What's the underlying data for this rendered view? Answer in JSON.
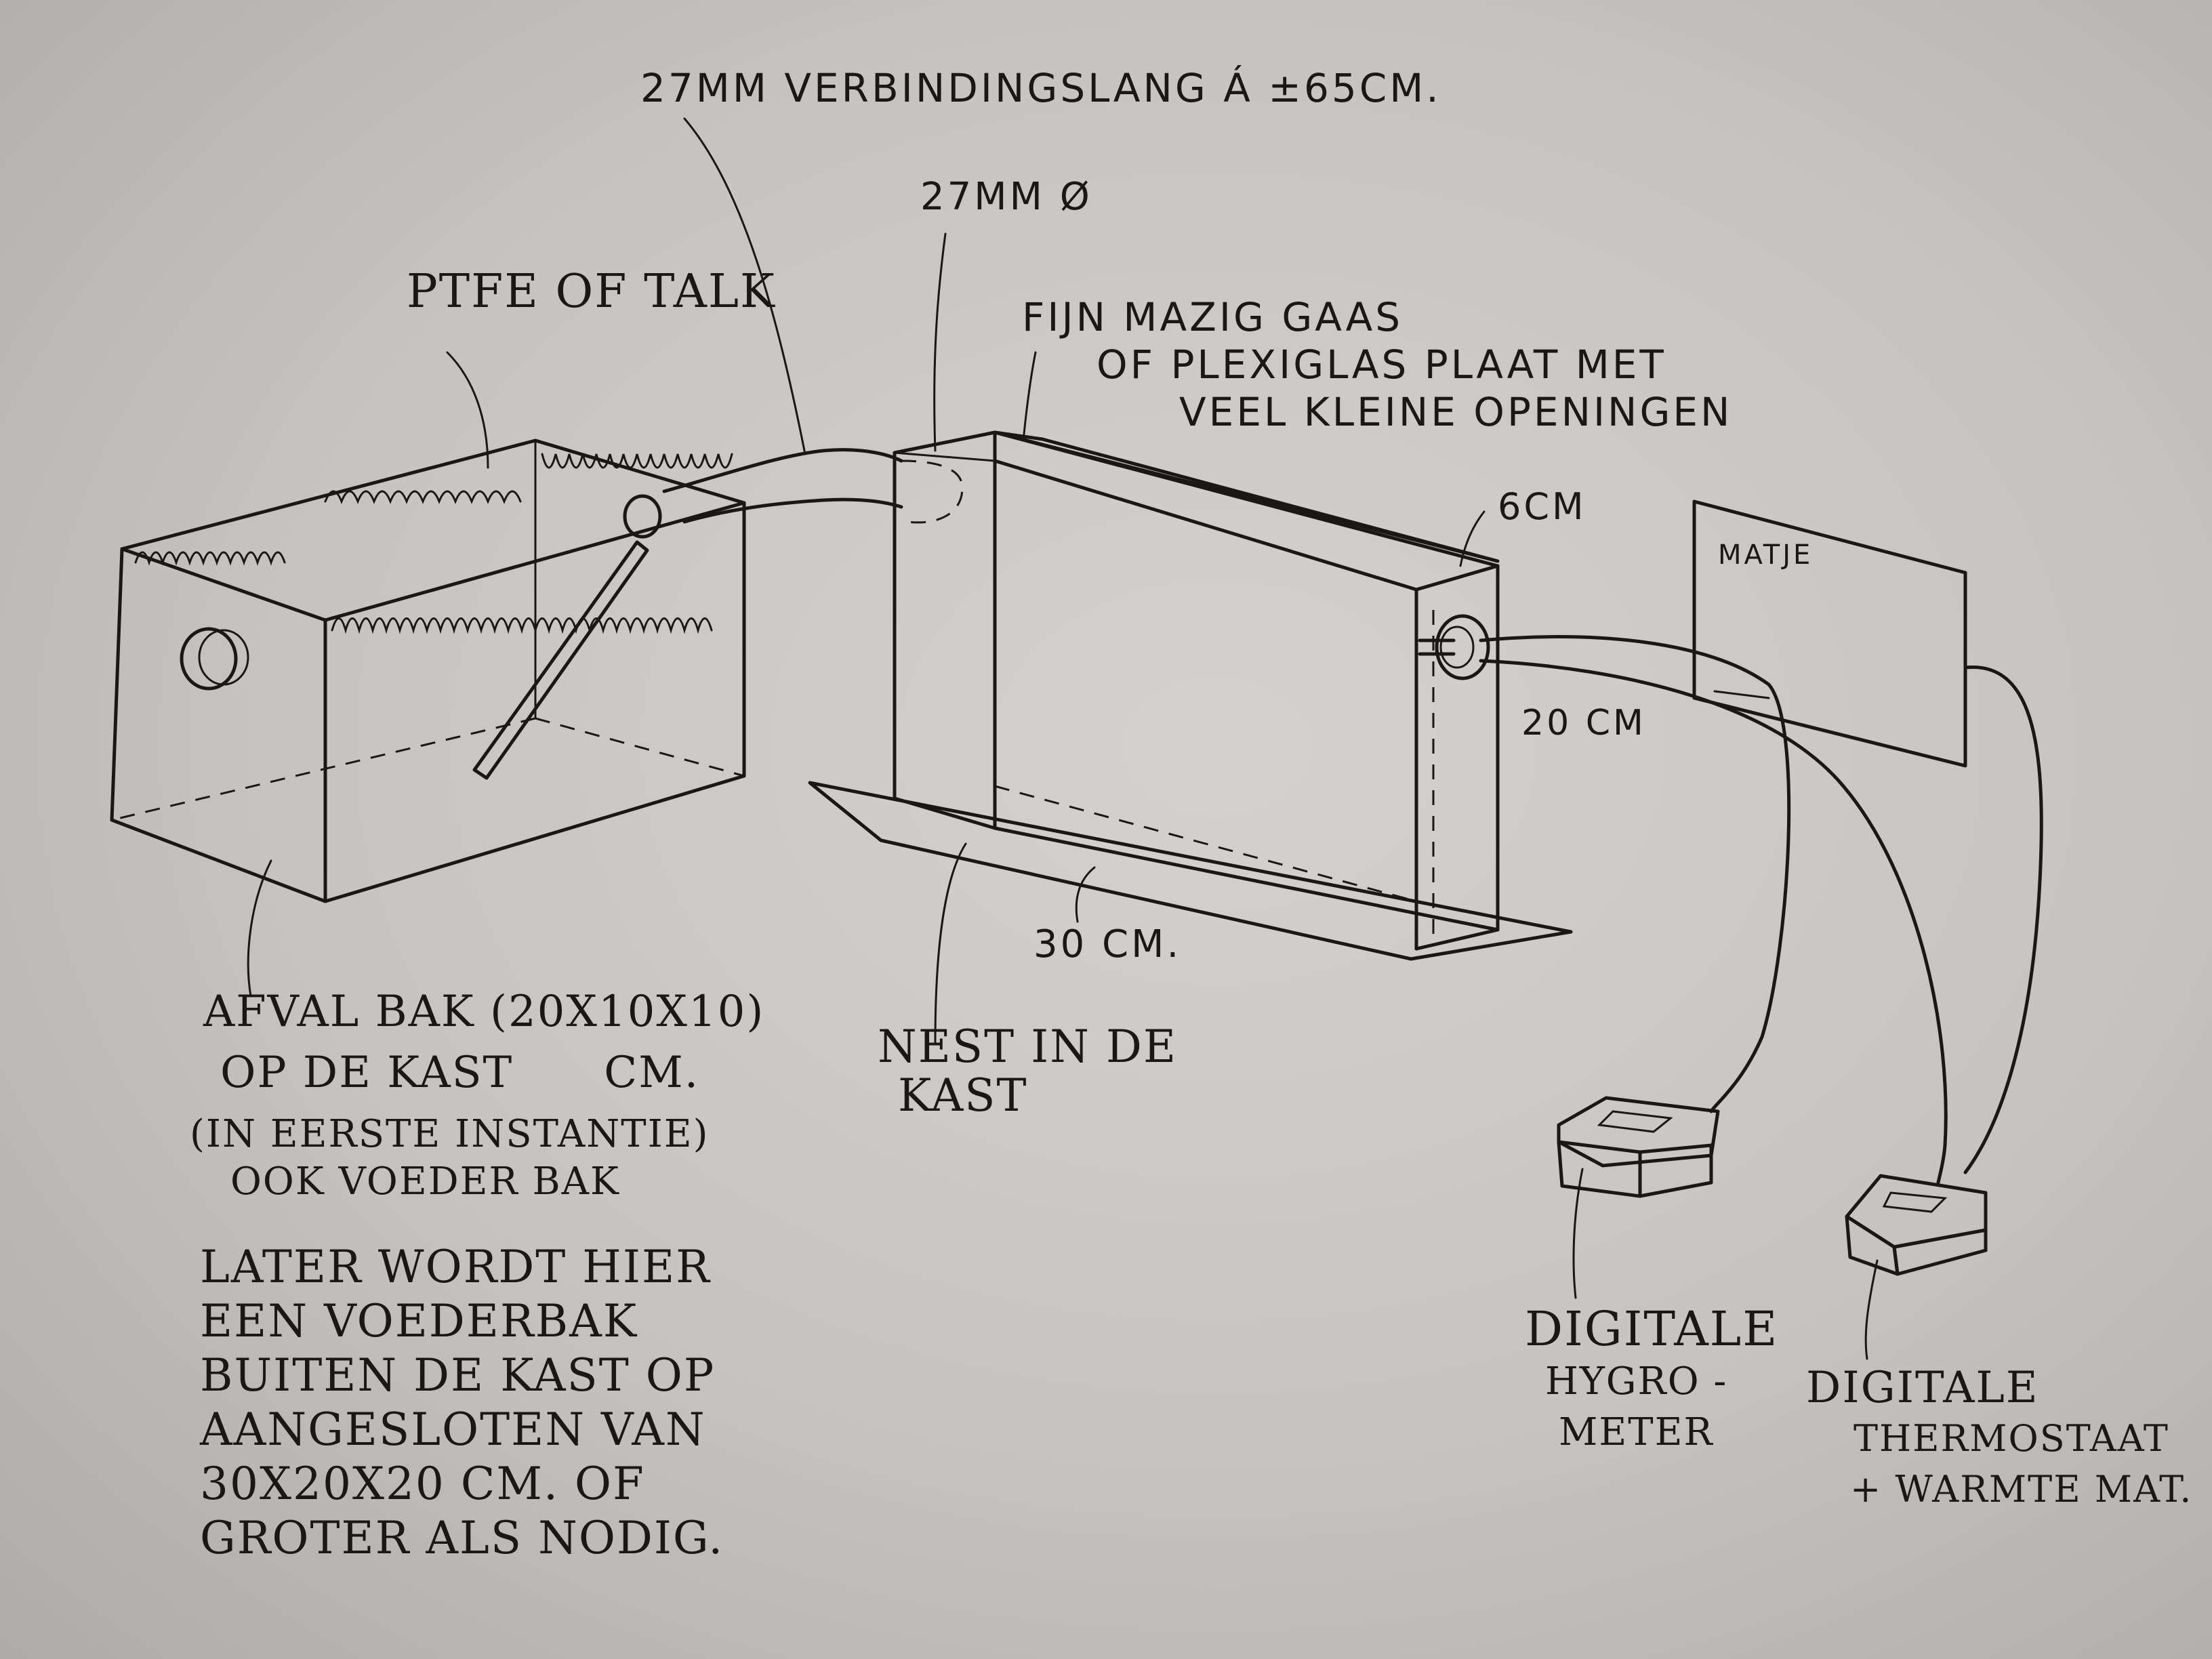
{
  "labels": {
    "hose": "27mm verbindingslang á ±65cm.",
    "diameter": "27mm ø",
    "ptfe": "Ptfe of talk",
    "gauze_line1": "Fijn mazig gaas",
    "gauze_line2": "of plexiglas plaat met",
    "gauze_line3": "veel kleine openingen",
    "dim_6cm": "6cm",
    "dim_20cm": "20 cm",
    "dim_30cm": "30 cm.",
    "mat": "Matje",
    "nest_line1": "Nest in de",
    "nest_line2": "kast",
    "waste_line1": "Afval bak (20x10x10)",
    "waste_line2": "op de kast      cm.",
    "waste_line3": "(in eerste instantie)",
    "waste_line4": "ook voeder bak",
    "later_line1": "Later wordt hier",
    "later_line2": "een voederbak",
    "later_line3": "buiten de kast op",
    "later_line4": "aangesloten van",
    "later_line5": "30x20x20 cm. of",
    "later_line6": "groter als nodig.",
    "hygro_line1": "Digitale",
    "hygro_line2": "hygro -",
    "hygro_line3": "meter",
    "thermo_line1": "Digitale",
    "thermo_line2": "thermostaat",
    "thermo_line3": "+ warmte mat."
  },
  "colors": {
    "paper": "#cfcdc9",
    "ink": "#1a1816"
  }
}
